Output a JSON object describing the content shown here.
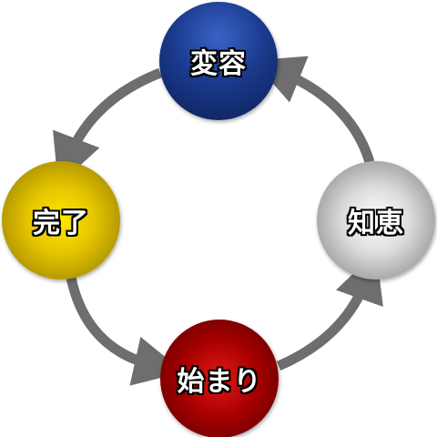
{
  "diagram": {
    "nodes": [
      {
        "id": "change",
        "label": "変容"
      },
      {
        "id": "complete",
        "label": "完了"
      },
      {
        "id": "start",
        "label": "始まり"
      },
      {
        "id": "wisdom",
        "label": "知恵"
      }
    ],
    "flow": [
      "始まり",
      "知恵",
      "変容",
      "完了"
    ],
    "colors": {
      "change": "#1a3a8c",
      "complete": "#e5c400",
      "start": "#a80000",
      "wisdom": "#dcdcdc",
      "arrow": "#6e6e6e"
    }
  }
}
